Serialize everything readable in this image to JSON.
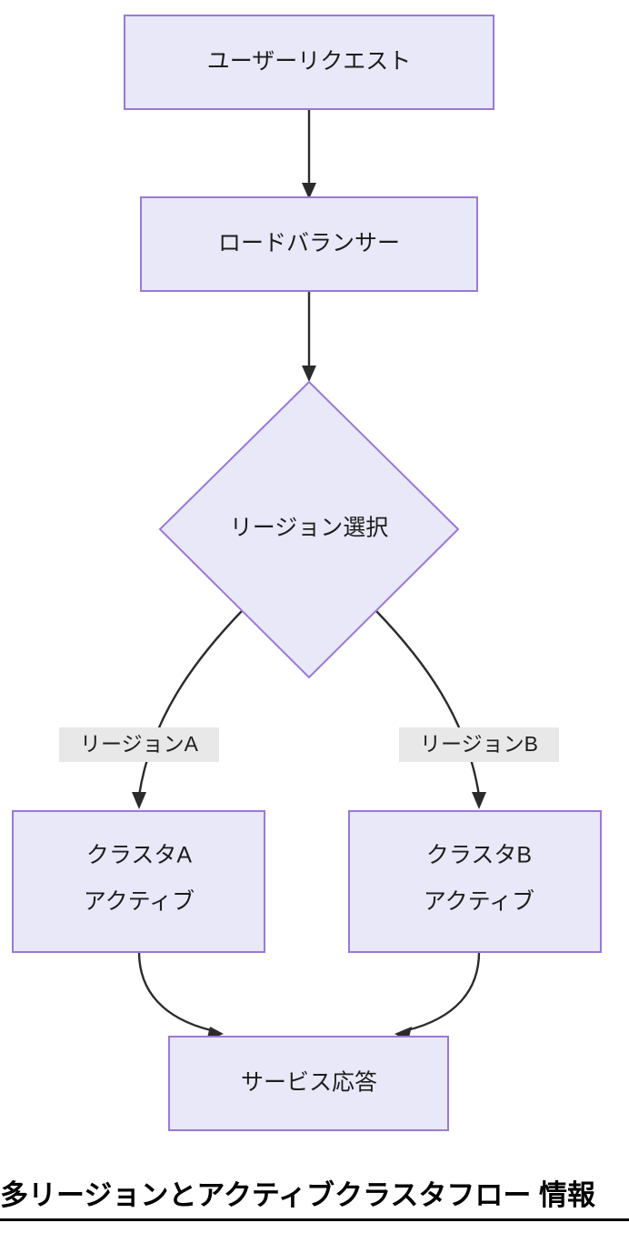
{
  "diagram": {
    "type": "flowchart",
    "direction": "top-down",
    "theme": {
      "node_fill": "#e8e8f8",
      "node_border": "#9a79d6",
      "edge_color": "#2b2b2b",
      "edge_label_bg": "#e8e8e8",
      "text_color": "#1d1d1d",
      "background": "#ffffff"
    },
    "nodes": [
      {
        "id": "user-request",
        "shape": "rect",
        "label": "ユーザーリクエスト"
      },
      {
        "id": "load-balancer",
        "shape": "rect",
        "label": "ロードバランサー"
      },
      {
        "id": "region-selection",
        "shape": "diamond",
        "label": "リージョン選択"
      },
      {
        "id": "cluster-a",
        "shape": "rect",
        "label_line1": "クラスタA",
        "label_line2": "アクティブ"
      },
      {
        "id": "cluster-b",
        "shape": "rect",
        "label_line1": "クラスタB",
        "label_line2": "アクティブ"
      },
      {
        "id": "service-response",
        "shape": "rect",
        "label": "サービス応答"
      }
    ],
    "edges": [
      {
        "id": "e1",
        "from": "user-request",
        "to": "load-balancer",
        "label": ""
      },
      {
        "id": "e2",
        "from": "load-balancer",
        "to": "region-selection",
        "label": ""
      },
      {
        "id": "e3",
        "from": "region-selection",
        "to": "cluster-a",
        "label": "リージョンA"
      },
      {
        "id": "e4",
        "from": "region-selection",
        "to": "cluster-b",
        "label": "リージョンB"
      },
      {
        "id": "e5",
        "from": "cluster-a",
        "to": "service-response",
        "label": ""
      },
      {
        "id": "e6",
        "from": "cluster-b",
        "to": "service-response",
        "label": ""
      }
    ]
  },
  "caption": {
    "text": "多リージョンとアクティブクラスタフロー 情報"
  }
}
